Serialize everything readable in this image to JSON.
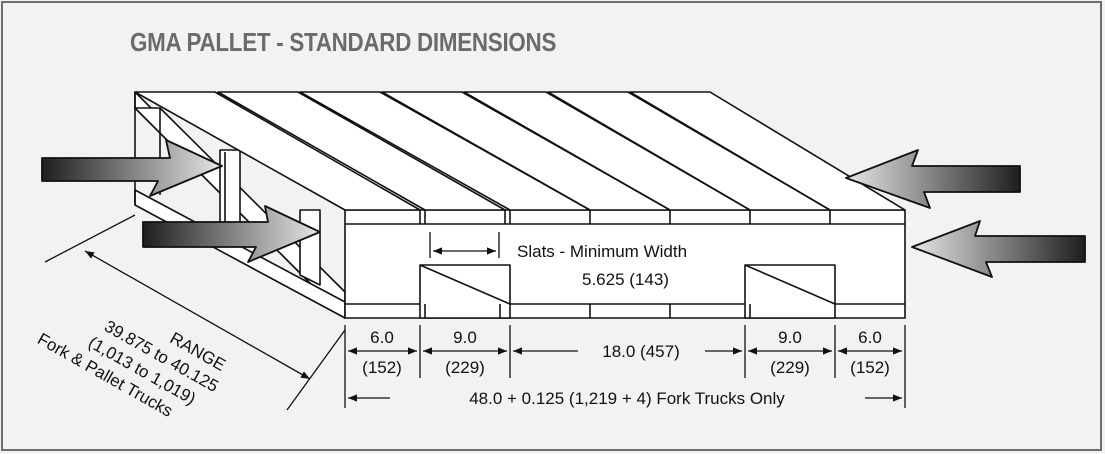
{
  "title": "GMA PALLET - STANDARD DIMENSIONS",
  "labels": {
    "slats_label": "Slats - Minimum Width",
    "slats_value": "5.625 (143)",
    "end_left_in": "6.0",
    "end_left_mm": "(152)",
    "opening_left_in": "9.0",
    "opening_left_mm": "(229)",
    "center": "18.0 (457)",
    "opening_right_in": "9.0",
    "opening_right_mm": "(229)",
    "end_right_in": "6.0",
    "end_right_mm": "(152)",
    "overall": "48.0 + 0.125 (1,219 + 4) Fork Trucks Only",
    "range_title": "RANGE",
    "range_in": "39.875 to 40.125",
    "range_mm": "(1,013 to 1,019)",
    "range_note": "Fork & Pallet Trucks"
  },
  "colors": {
    "background": "#f2f2f2",
    "border": "#6d6d6d",
    "title": "#6b6b6b",
    "outline": "#111111",
    "pallet_fill": "#ffffff"
  },
  "icons": [
    "fork-entry-arrow-icon"
  ]
}
